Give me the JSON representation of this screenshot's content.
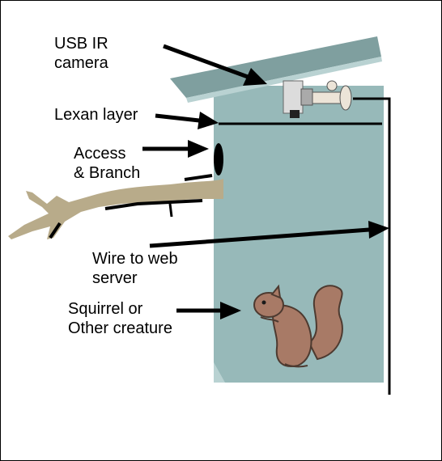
{
  "labels": {
    "camera": [
      "USB IR",
      "camera"
    ],
    "lexan": [
      "Lexan layer"
    ],
    "access": [
      "Access",
      "& Branch"
    ],
    "wire": [
      "Wire to web",
      "server"
    ],
    "creature": [
      "Squirrel or",
      "Other creature"
    ]
  },
  "colors": {
    "box_front": "#97b9b9",
    "box_roof": "#7f9f9f",
    "box_edge": "#b9d2d2",
    "branch": "#b8ab8a",
    "squirrel": "#a87a66",
    "squirrel_line": "#4d3a30",
    "ink": "#000000",
    "camera_body": "#dcdcdc",
    "camera_mount": "#ece4d8"
  }
}
